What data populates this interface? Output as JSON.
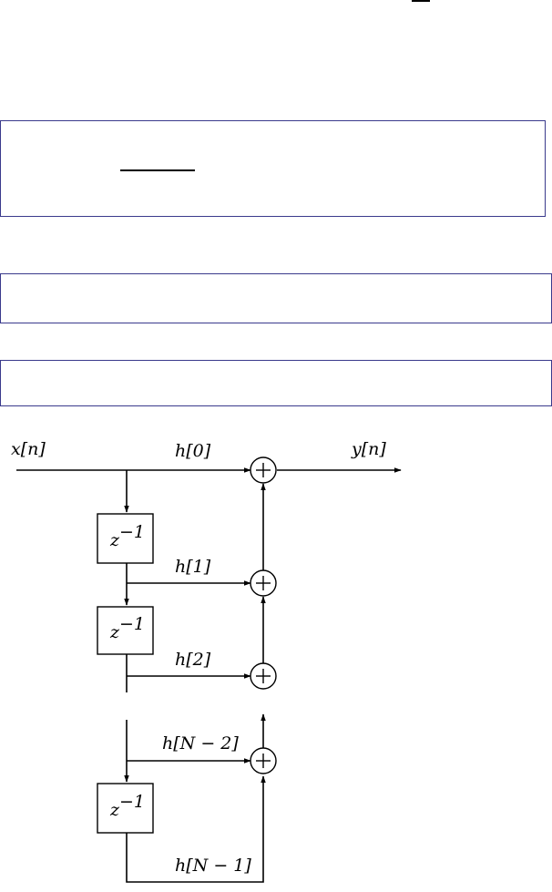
{
  "diagram": {
    "input_label": "x[n]",
    "output_label": "y[n]",
    "taps": [
      "h[0]",
      "h[1]",
      "h[2]",
      "h[N − 2]",
      "h[N − 1]"
    ],
    "delay_label": "z",
    "delay_exp": "−1"
  }
}
